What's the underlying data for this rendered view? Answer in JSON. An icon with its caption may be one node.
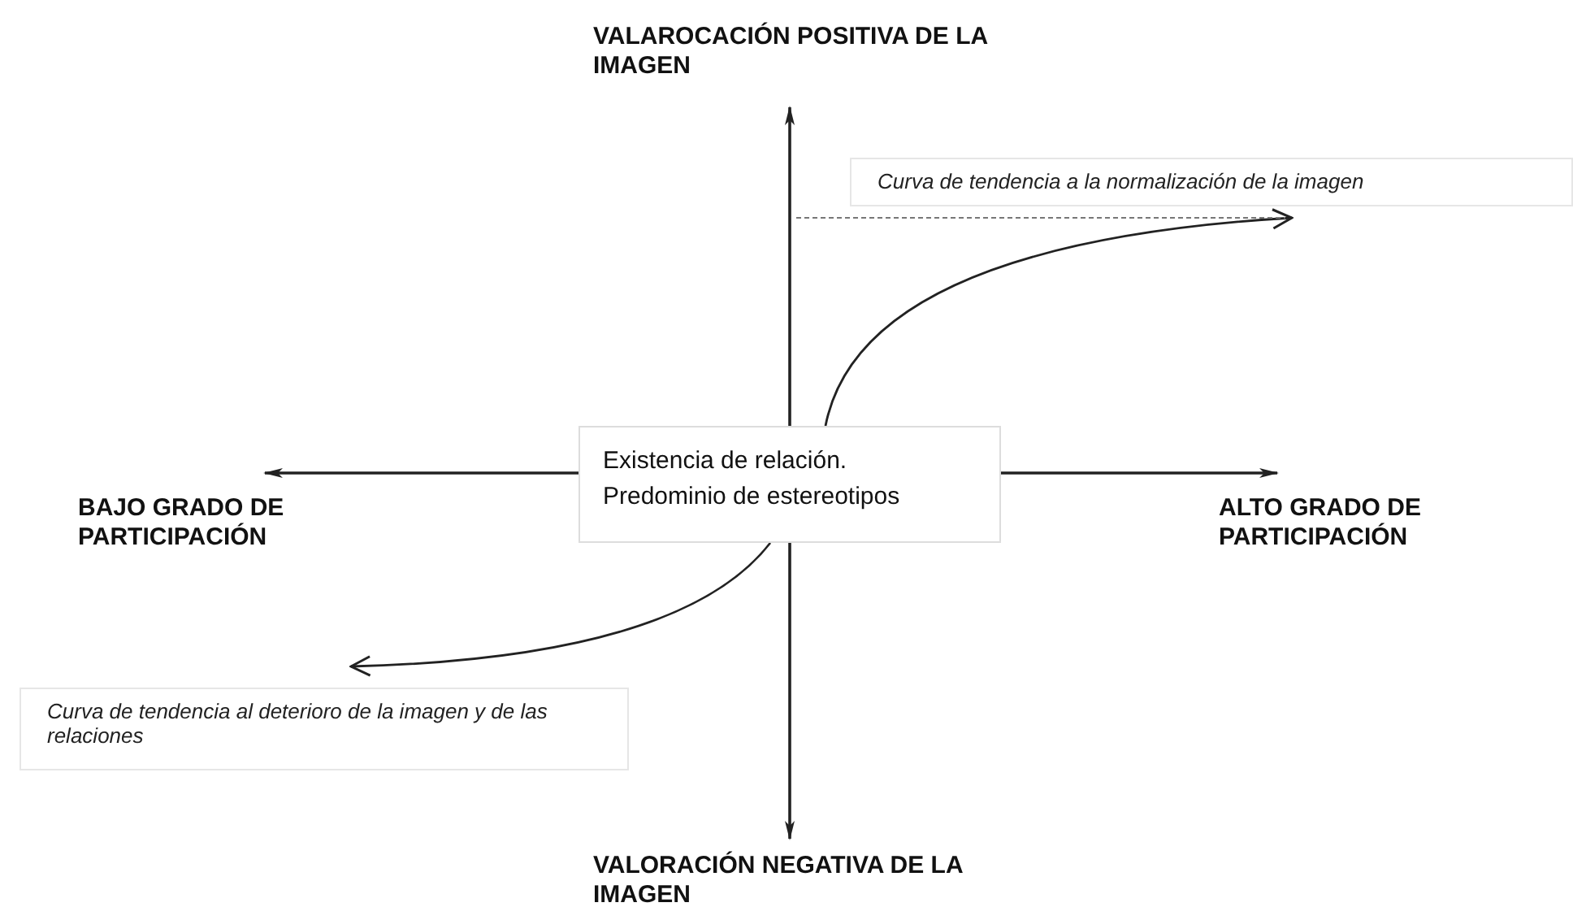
{
  "diagram": {
    "nodes": [
      {
        "text": [
          "Existencia de relación. Predominio de estereotipos"
        ]
      },
      {
        "text": [
          "VALAROCACIÓN POSITIVA DE LA IMAGEN"
        ]
      },
      {
        "text": [
          "BAJO GRADO DE PARTICIPACIÓN"
        ]
      },
      {
        "text": [
          "ALTO GRADO DE PARTICIPACIÓN"
        ]
      },
      {
        "text": [
          "VALORACIÓN NEGATIVA DE LA IMAGEN"
        ]
      },
      {
        "text": [
          "Curva de tendencia a la normalización de la imagen"
        ]
      },
      {
        "text": [
          "Curva de tendencia al deterioro de la imagen y de las relaciones"
        ]
      }
    ],
    "edges": [
      {
        "from": 0,
        "to": 1,
        "arrow": "to"
      },
      {
        "from": 0,
        "to": 2,
        "arrow": "to"
      },
      {
        "from": 0,
        "to": 3,
        "arrow": "to"
      },
      {
        "from": 0,
        "to": 4,
        "arrow": "to"
      },
      {
        "from": 0,
        "to": 5,
        "arrow": "to"
      },
      {
        "from": 0,
        "to": 6,
        "arrow": "to"
      },
      {
        "from": null,
        "to": 5,
        "arrow": "none",
        "style": "dashed"
      }
    ]
  }
}
